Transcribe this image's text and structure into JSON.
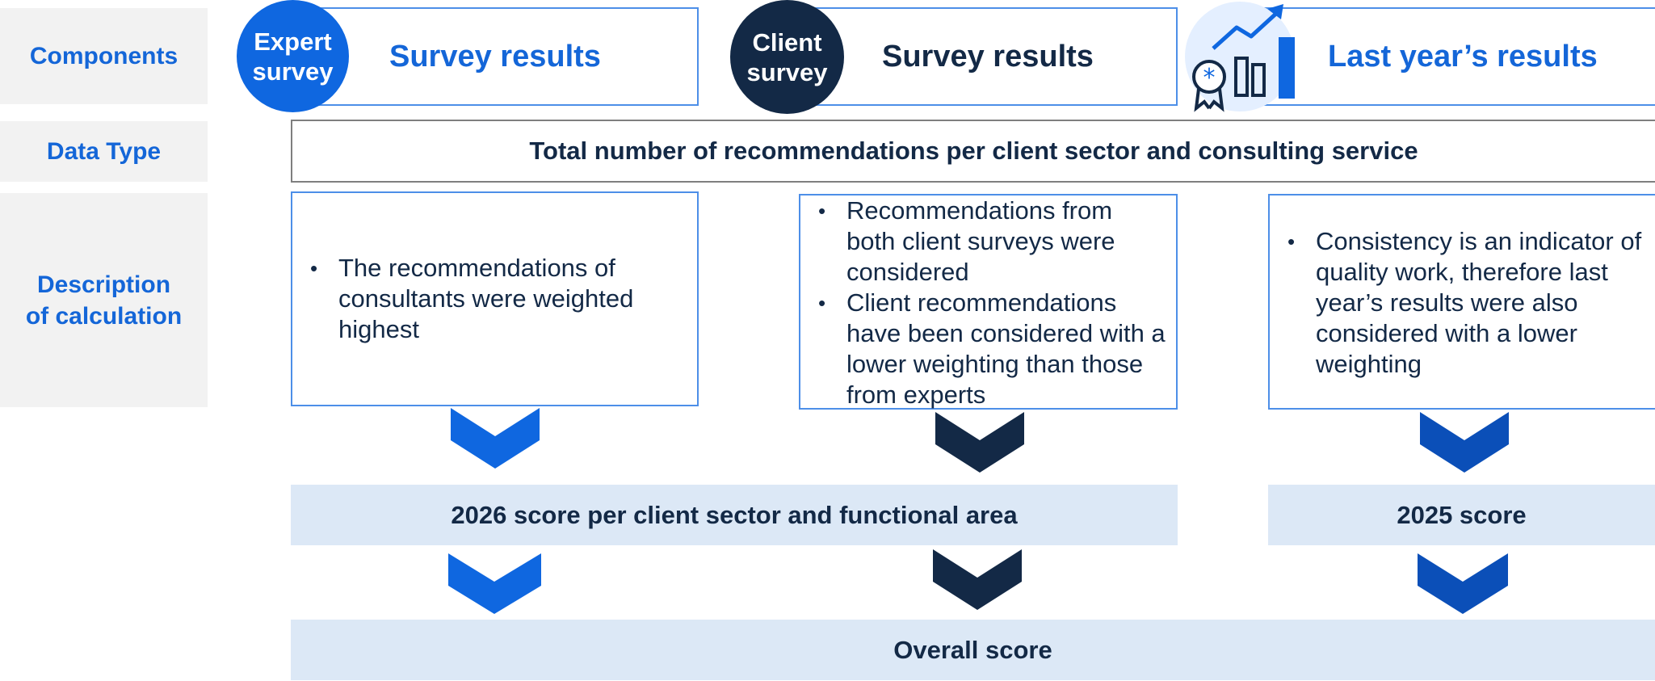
{
  "row_labels": {
    "components": "Components",
    "data_type": "Data Type",
    "description_line1": "Description",
    "description_line2": "of calculation"
  },
  "components": [
    {
      "badge_line1": "Expert",
      "badge_line2": "survey",
      "title": "Survey results",
      "color": "#0f67e0"
    },
    {
      "badge_line1": "Client",
      "badge_line2": "survey",
      "title": "Survey results",
      "color": "#132946"
    },
    {
      "icon": "award-chart-icon",
      "title": "Last year’s results",
      "color": "#1466d8"
    }
  ],
  "data_type_text": "Total number of recommendations per client sector and consulting service",
  "descriptions": [
    {
      "bullets": [
        "The recommendations of consultants were weighted highest"
      ]
    },
    {
      "bullets": [
        "Recommendations from both client surveys were considered",
        "Client recommendations have been considered with a lower weighting than those from experts"
      ]
    },
    {
      "bullets": [
        "Consistency is an indicator of quality work, therefore last year’s results were also considered with a lower weighting"
      ]
    }
  ],
  "scores": {
    "score_2026": "2026 score per client sector and functional area",
    "score_2025": "2025 score",
    "overall": "Overall score"
  },
  "colors": {
    "blue": "#0f67e0",
    "navy": "#132946",
    "mid_blue": "#0b4fb8",
    "label_blue": "#1466d8",
    "band_bg": "#dce8f6",
    "label_bg": "#f2f2f2"
  }
}
